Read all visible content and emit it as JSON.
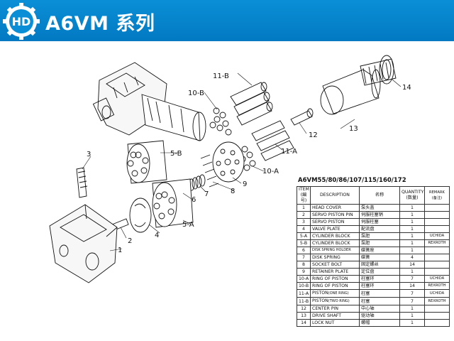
{
  "header": {
    "logo_text": "HD",
    "title": "A6VM 系列",
    "accent": "#0a8fd6"
  },
  "diagram": {
    "callouts": [
      "1",
      "2",
      "3",
      "4",
      "5-A",
      "5-B",
      "6",
      "7",
      "8",
      "9",
      "10-A",
      "10-B",
      "11-A",
      "11-B",
      "12",
      "13",
      "14"
    ]
  },
  "parts_table": {
    "models": "A6VM55/80/86/107/115/160/172",
    "headers": {
      "item": "ITEM",
      "item_cn": "(編号)",
      "description": "DESCRIPTION",
      "name_cn": "名称",
      "quantity": "QUANTITY",
      "quantity_cn": "(数量)",
      "remark": "REMARK",
      "remark_cn": "(备注)"
    },
    "rows": [
      {
        "item": "1",
        "desc": "HEAD COVER",
        "name": "泵头盖",
        "qty": "1",
        "remark": ""
      },
      {
        "item": "2",
        "desc": "SERVO PISTON PIN",
        "name": "伺服柱塞销",
        "qty": "1",
        "remark": ""
      },
      {
        "item": "3",
        "desc": "SERVO PISTON",
        "name": "伺服柱塞",
        "qty": "1",
        "remark": ""
      },
      {
        "item": "4",
        "desc": "VALVE PLATE",
        "name": "配流盘",
        "qty": "1",
        "remark": ""
      },
      {
        "item": "5-A",
        "desc": "CYLINDER BLOCK",
        "name": "泵胆",
        "qty": "1",
        "remark": "UCHIDA"
      },
      {
        "item": "5-B",
        "desc": "CYLINDER BLOCK",
        "name": "泵胆",
        "qty": "1",
        "remark": "REXROTH"
      },
      {
        "item": "6",
        "desc": "DISK SPRING HOLDER",
        "name": "碟簧座",
        "qty": "1",
        "remark": ""
      },
      {
        "item": "7",
        "desc": "DISK SPRING",
        "name": "碟簧",
        "qty": "4",
        "remark": ""
      },
      {
        "item": "8",
        "desc": "SOCKET BOLT",
        "name": "固定螺丝",
        "qty": "14",
        "remark": ""
      },
      {
        "item": "9",
        "desc": "RETAINER PLATE",
        "name": "定位盘",
        "qty": "1",
        "remark": ""
      },
      {
        "item": "10-A",
        "desc": "RING OF PISTON",
        "name": "柱塞环",
        "qty": "7",
        "remark": "UCHIDA"
      },
      {
        "item": "10-B",
        "desc": "RING OF PISTON",
        "name": "柱塞环",
        "qty": "14",
        "remark": "REXROTH"
      },
      {
        "item": "11-A",
        "desc": "PISTON",
        "desc_sub": "(ONE RING)",
        "name": "柱塞",
        "qty": "7",
        "remark": "UCHIDA"
      },
      {
        "item": "11-B",
        "desc": "PISTON",
        "desc_sub": "(TWO RING)",
        "name": "柱塞",
        "qty": "7",
        "remark": "REXROTH"
      },
      {
        "item": "12",
        "desc": "CENTER PIN",
        "name": "中心轴",
        "qty": "1",
        "remark": ""
      },
      {
        "item": "13",
        "desc": "DRIVE SHAFT",
        "name": "驱动轴",
        "qty": "1",
        "remark": ""
      },
      {
        "item": "14",
        "desc": "LOCK NUT",
        "name": "螺帽",
        "qty": "1",
        "remark": ""
      }
    ]
  }
}
